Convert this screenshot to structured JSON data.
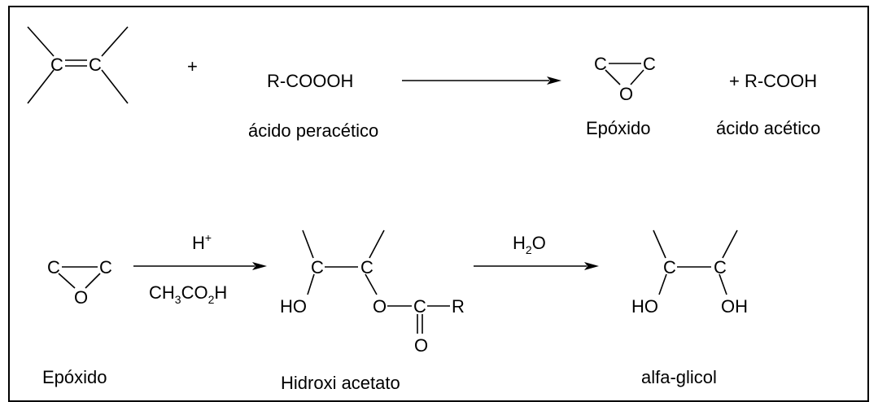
{
  "reaction1": {
    "plus": "+",
    "reagent": "R-COOOH",
    "reagent_name": "ácido peracético",
    "product_name": "Epóxido",
    "byproduct": "+ R-COOH",
    "byproduct_name": "ácido acético"
  },
  "reaction2": {
    "start_name": "Epóxido",
    "catalyst_acid": "H",
    "catalyst_acid_charge": "+",
    "catalyst_reagent": {
      "a": "CH",
      "b": "3",
      "c": "CO",
      "d": "2",
      "e": "H"
    },
    "intermediate_name": "Hidroxi acetato",
    "reagent2": {
      "a": "H",
      "b": "2",
      "c": "O"
    },
    "final_name": "alfa-glicol"
  },
  "atoms": {
    "carbon": "C",
    "oxygen": "O",
    "hydroxyl_left": "HO",
    "hydroxyl_right": "OH",
    "r_group": "R"
  },
  "colors": {
    "ink": "#000000",
    "frame": "#000000",
    "background": "#ffffff"
  }
}
